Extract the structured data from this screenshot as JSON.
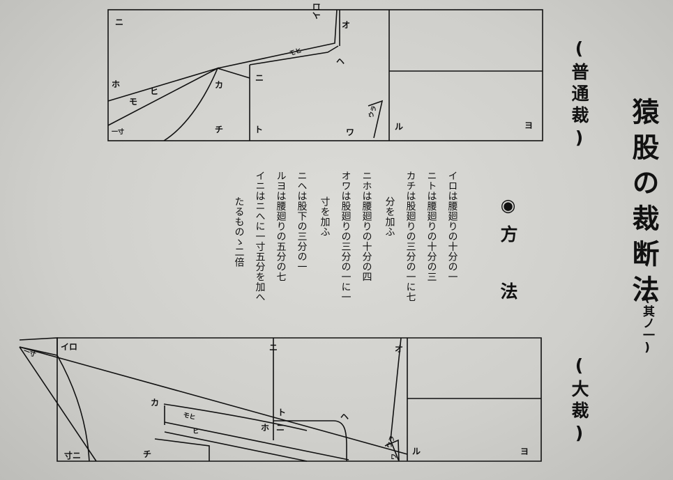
{
  "title": "猿股の裁断法",
  "subtitle": "(其ノ一)",
  "label_top": "(普通裁)",
  "label_bottom": "(大裁)",
  "method_heading": "◉方 法",
  "instructions": [
    "イロは腰廻りの十分の一",
    "ニトは腰廻りの十分の三",
    "カチは股廻りの三分の一に七",
    "分を加ふ",
    "ニホは腰廻りの十分の四",
    "オワは股廻りの三分の一に一",
    "寸を加ふ",
    "ニヘは股下の三分の一",
    "ルヨは腰廻りの五分の七",
    "イニはニへに一寸五分を加へ",
    "たるものゝ二倍"
  ],
  "top_diagram_labels": {
    "ni_left": "ニ",
    "iro": "イロ",
    "o": "オ",
    "mo_hi": "モヒ",
    "he": "ヘ",
    "ho": "ホ",
    "hi": "ヒ",
    "mo": "モ",
    "ka": "カ",
    "ni_mid": "ニ",
    "issun": "一寸",
    "chi": "チ",
    "to": "ト",
    "ura": "ウラ",
    "wa": "ワ",
    "ru": "ル",
    "yo": "ヨ"
  },
  "bottom_diagram_labels": {
    "issun": "一寸",
    "iro": "イロ",
    "ni_top": "ニ",
    "o": "オ",
    "ka": "カ",
    "mo_hi": "モヒ",
    "hi_small": "ヒ",
    "to": "ト",
    "ho": "ホ",
    "ni": "ニ",
    "he": "ヘ",
    "sun_ni": "寸ニ",
    "chi": "チ",
    "ura": "ウラ",
    "wa": "ワ",
    "ru": "ル",
    "yo": "ヨ"
  }
}
